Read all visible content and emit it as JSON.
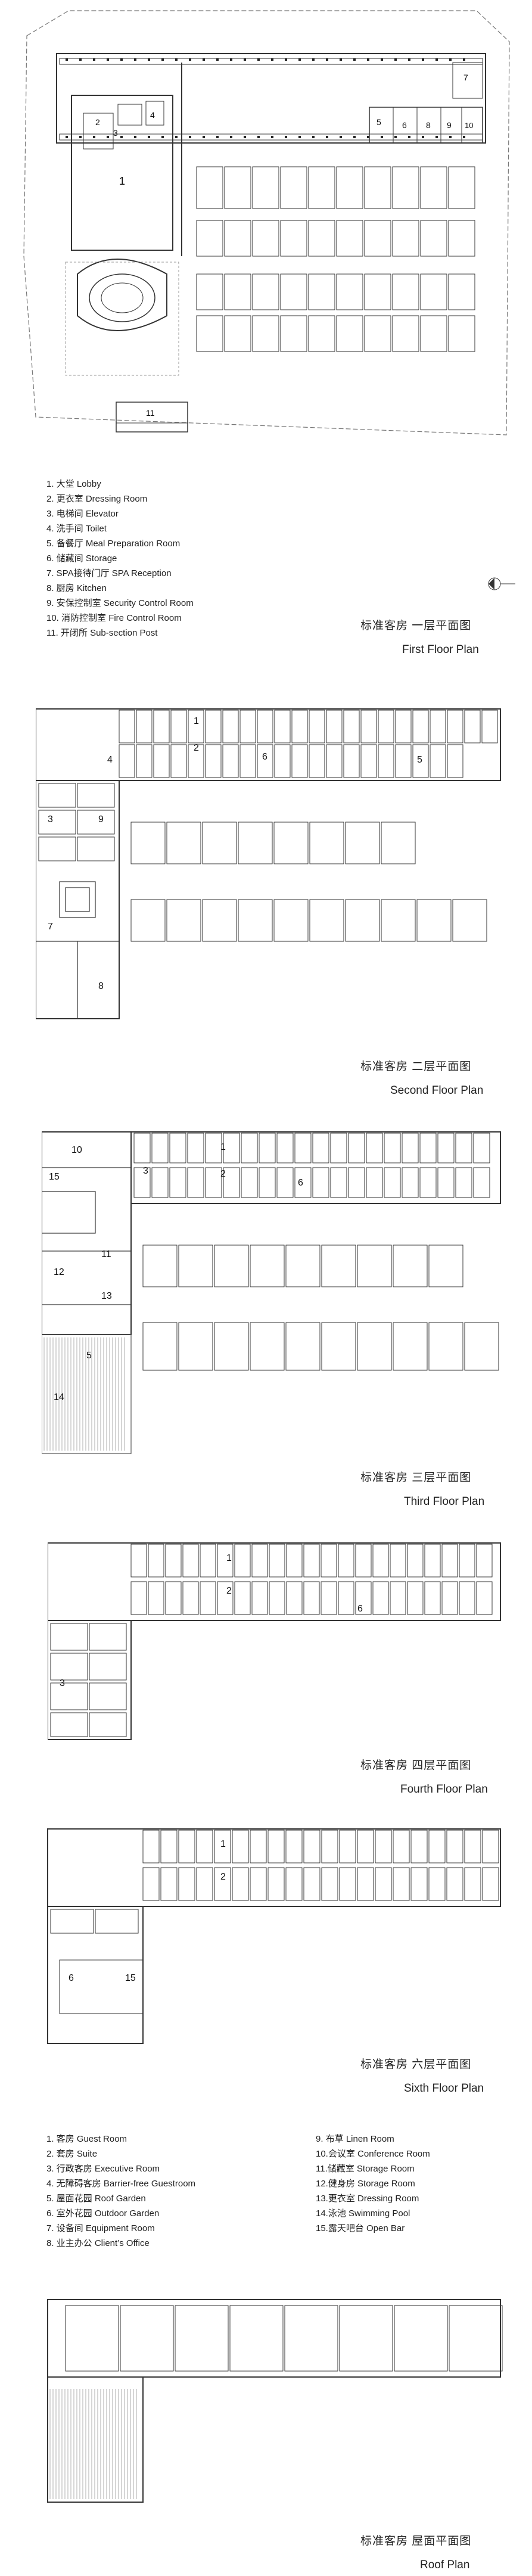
{
  "colors": {
    "line": "#3a3a3a",
    "fill": "#ffffff",
    "hatch": "#777777"
  },
  "first_floor": {
    "legend": [
      "1. 大堂 Lobby",
      "2. 更衣室 Dressing Room",
      "3. 电梯间 Elevator",
      "4. 洗手间 Toilet",
      "5. 备餐厅 Meal Preparation Room",
      "6. 储藏间 Storage",
      "7. SPA接待门厅 SPA Reception",
      "8. 厨房 Kitchen",
      "9. 安保控制室 Security Control Room",
      "10. 消防控制室 Fire Control Room",
      "11. 开闭所 Sub-section Post"
    ],
    "labels": [
      "1",
      "2",
      "3",
      "4",
      "5",
      "6",
      "7",
      "8",
      "9",
      "10",
      "11"
    ],
    "title_cn": "标准客房 一层平面图",
    "title_en": "First Floor Plan"
  },
  "second_floor": {
    "labels": [
      "1",
      "2",
      "3",
      "4",
      "5",
      "6",
      "7",
      "8",
      "9"
    ],
    "title_cn": "标准客房 二层平面图",
    "title_en": "Second Floor Plan"
  },
  "third_floor": {
    "labels": [
      "1",
      "2",
      "3",
      "5",
      "6",
      "10",
      "11",
      "12",
      "13",
      "14",
      "15"
    ],
    "title_cn": "标准客房 三层平面图",
    "title_en": "Third Floor Plan"
  },
  "fourth_floor": {
    "labels": [
      "1",
      "2",
      "3",
      "6"
    ],
    "title_cn": "标准客房 四层平面图",
    "title_en": "Fourth Floor Plan"
  },
  "sixth_floor": {
    "labels": [
      "1",
      "2",
      "6",
      "15"
    ],
    "title_cn": "标准客房 六层平面图",
    "title_en": "Sixth Floor Plan"
  },
  "roof": {
    "legend_left": [
      "1. 客房 Guest Room",
      "2. 套房 Suite",
      "3. 行政客房 Executive Room",
      "4. 无障碍客房 Barrier-free Guestroom",
      "5. 屋面花园 Roof Garden",
      "6. 室外花园 Outdoor Garden",
      "7. 设备间 Equipment Room",
      "8. 业主办公 Client’s Office"
    ],
    "legend_right": [
      "9. 布草 Linen Room",
      "10.会议室  Conference Room",
      "11.储藏室 Storage Room",
      "12.健身房 Storage Room",
      "13.更衣室 Dressing Room",
      "14.泳池 Swimming Pool",
      "15.露天吧台 Open Bar"
    ],
    "title_cn": "标准客房 屋面平面图",
    "title_en": "Roof Plan"
  },
  "icons": {
    "north": "north-arrow-icon"
  }
}
